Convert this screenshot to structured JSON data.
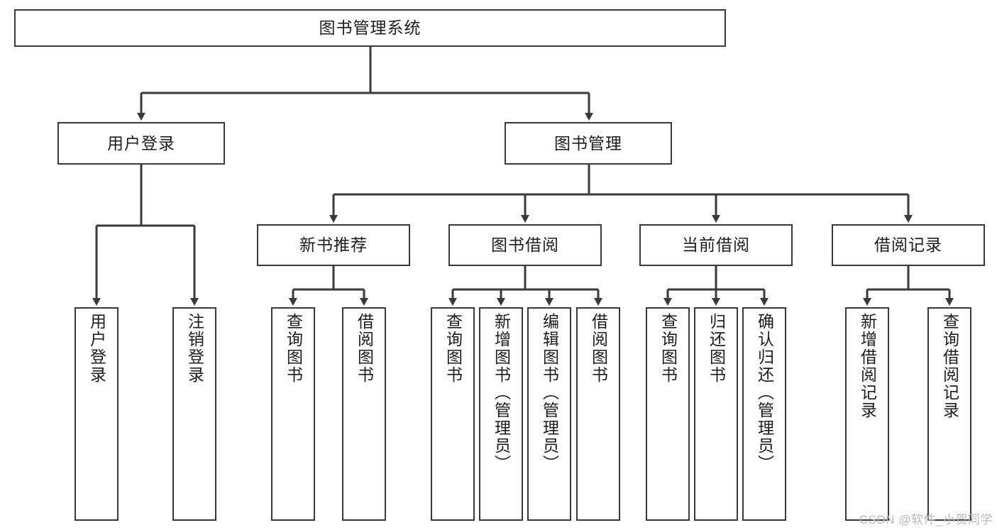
{
  "diagram": {
    "title": "图书管理系统",
    "type": "tree-hierarchy-chart",
    "watermark": "CSDN @软件_小贺同学",
    "colors": {
      "box_border": "#3a3a3a",
      "box_fill": "#ffffff",
      "connector": "#3a3a3a",
      "text": "#1d1d1d",
      "watermark": "#b9b9b9",
      "background": "#ffffff"
    },
    "root": {
      "label": "图书管理系统"
    },
    "level2": [
      {
        "id": "user-login",
        "label": "用户登录"
      },
      {
        "id": "book-management",
        "label": "图书管理"
      }
    ],
    "level3": [
      {
        "id": "new-book-recommend",
        "label": "新书推荐"
      },
      {
        "id": "book-borrow",
        "label": "图书借阅"
      },
      {
        "id": "current-borrow",
        "label": "当前借阅"
      },
      {
        "id": "borrow-record",
        "label": "借阅记录"
      }
    ],
    "leaves": {
      "user_login": [
        {
          "id": "leaf-user-login",
          "label": "用户登录"
        },
        {
          "id": "leaf-user-logout",
          "label": "注销登录"
        }
      ],
      "new_book_recommend": [
        {
          "id": "leaf-query-book-1",
          "label": "查询图书"
        },
        {
          "id": "leaf-borrow-book-1",
          "label": "借阅图书"
        }
      ],
      "book_borrow": [
        {
          "id": "leaf-query-book-2",
          "label": "查询图书"
        },
        {
          "id": "leaf-add-book",
          "label": "新增图书（管理员）"
        },
        {
          "id": "leaf-edit-book",
          "label": "编辑图书（管理员）"
        },
        {
          "id": "leaf-borrow-book-2",
          "label": "借阅图书"
        }
      ],
      "current_borrow": [
        {
          "id": "leaf-query-book-3",
          "label": "查询图书"
        },
        {
          "id": "leaf-return-book",
          "label": "归还图书"
        },
        {
          "id": "leaf-confirm-return",
          "label": "确认归还（管理员）"
        }
      ],
      "borrow_record": [
        {
          "id": "leaf-add-record",
          "label": "新增借阅记录"
        },
        {
          "id": "leaf-query-record",
          "label": "查询借阅记录"
        }
      ]
    }
  }
}
